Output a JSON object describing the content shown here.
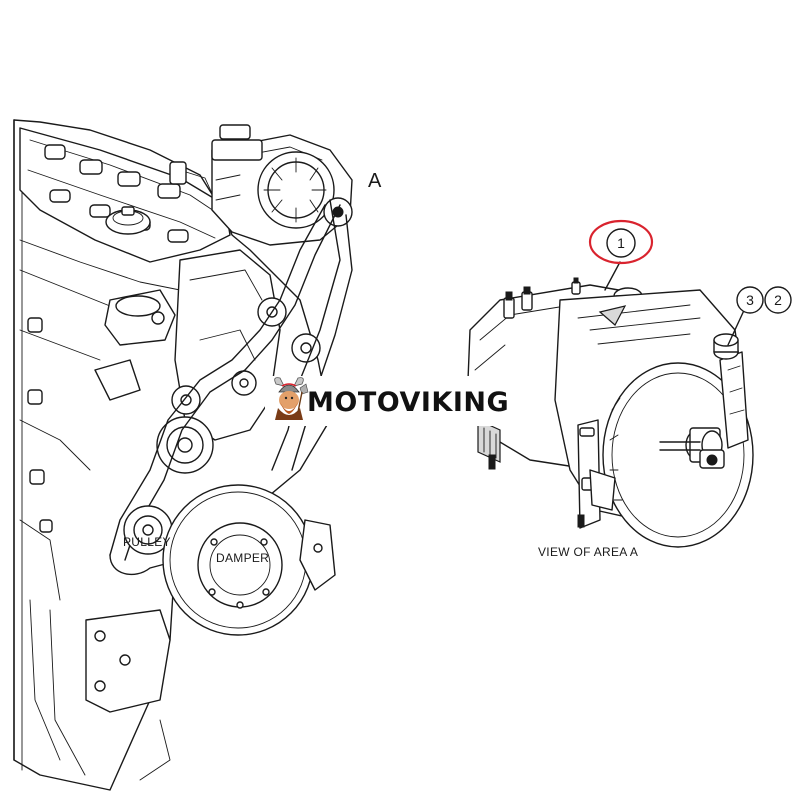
{
  "labels": {
    "area_marker": "A",
    "pulley": "PULLEY",
    "damper": "DAMPER",
    "view_caption": "VIEW OF AREA  A"
  },
  "callouts": [
    {
      "text": "1",
      "highlighted": true
    },
    {
      "text": "3",
      "highlighted": false
    },
    {
      "text": "2",
      "highlighted": false
    }
  ],
  "watermark": {
    "text": "MOTOVIKING",
    "icon": "viking-mascot-icon"
  },
  "colors": {
    "line": "#1a1a1a",
    "highlight_ring": "#d9232e",
    "background": "#ffffff"
  }
}
